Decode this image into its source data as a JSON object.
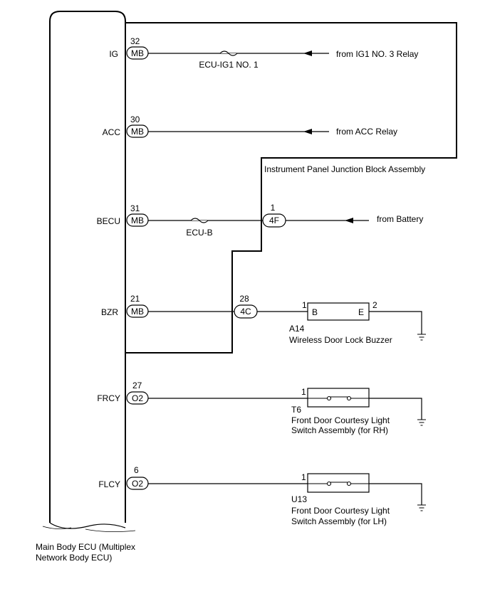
{
  "ecu": {
    "name_line1": "Main Body ECU (Multiplex",
    "name_line2": "Network Body ECU)"
  },
  "terminals": {
    "ig": {
      "label": "IG",
      "pin": "32",
      "conn": "MB"
    },
    "acc": {
      "label": "ACC",
      "pin": "30",
      "conn": "MB"
    },
    "becu": {
      "label": "BECU",
      "pin": "31",
      "conn": "MB"
    },
    "bzr": {
      "label": "BZR",
      "pin": "21",
      "conn": "MB"
    },
    "frcy": {
      "label": "FRCY",
      "pin": "27",
      "conn": "O2"
    },
    "flcy": {
      "label": "FLCY",
      "pin": "6",
      "conn": "O2"
    }
  },
  "fuses": {
    "ecu_ig1": "ECU-IG1 NO. 1",
    "ecu_b": "ECU-B"
  },
  "sources": {
    "ig1_relay": "from IG1 NO. 3 Relay",
    "acc_relay": "from ACC Relay",
    "battery": "from Battery"
  },
  "junction_block": {
    "name": "Instrument Panel Junction Block Assembly",
    "conn_4f": {
      "pin": "1",
      "conn": "4F"
    },
    "conn_4c": {
      "pin": "28",
      "conn": "4C"
    }
  },
  "buzzer": {
    "code": "A14",
    "name": "Wireless Door Lock Buzzer",
    "pin_in": "1",
    "pin_out": "2",
    "term_b": "B",
    "term_e": "E"
  },
  "switch_rh": {
    "code": "T6",
    "name_line1": "Front Door Courtesy Light",
    "name_line2": "Switch Assembly (for RH)",
    "pin": "1"
  },
  "switch_lh": {
    "code": "U13",
    "name_line1": "Front Door Courtesy Light",
    "name_line2": "Switch Assembly (for LH)",
    "pin": "1"
  }
}
